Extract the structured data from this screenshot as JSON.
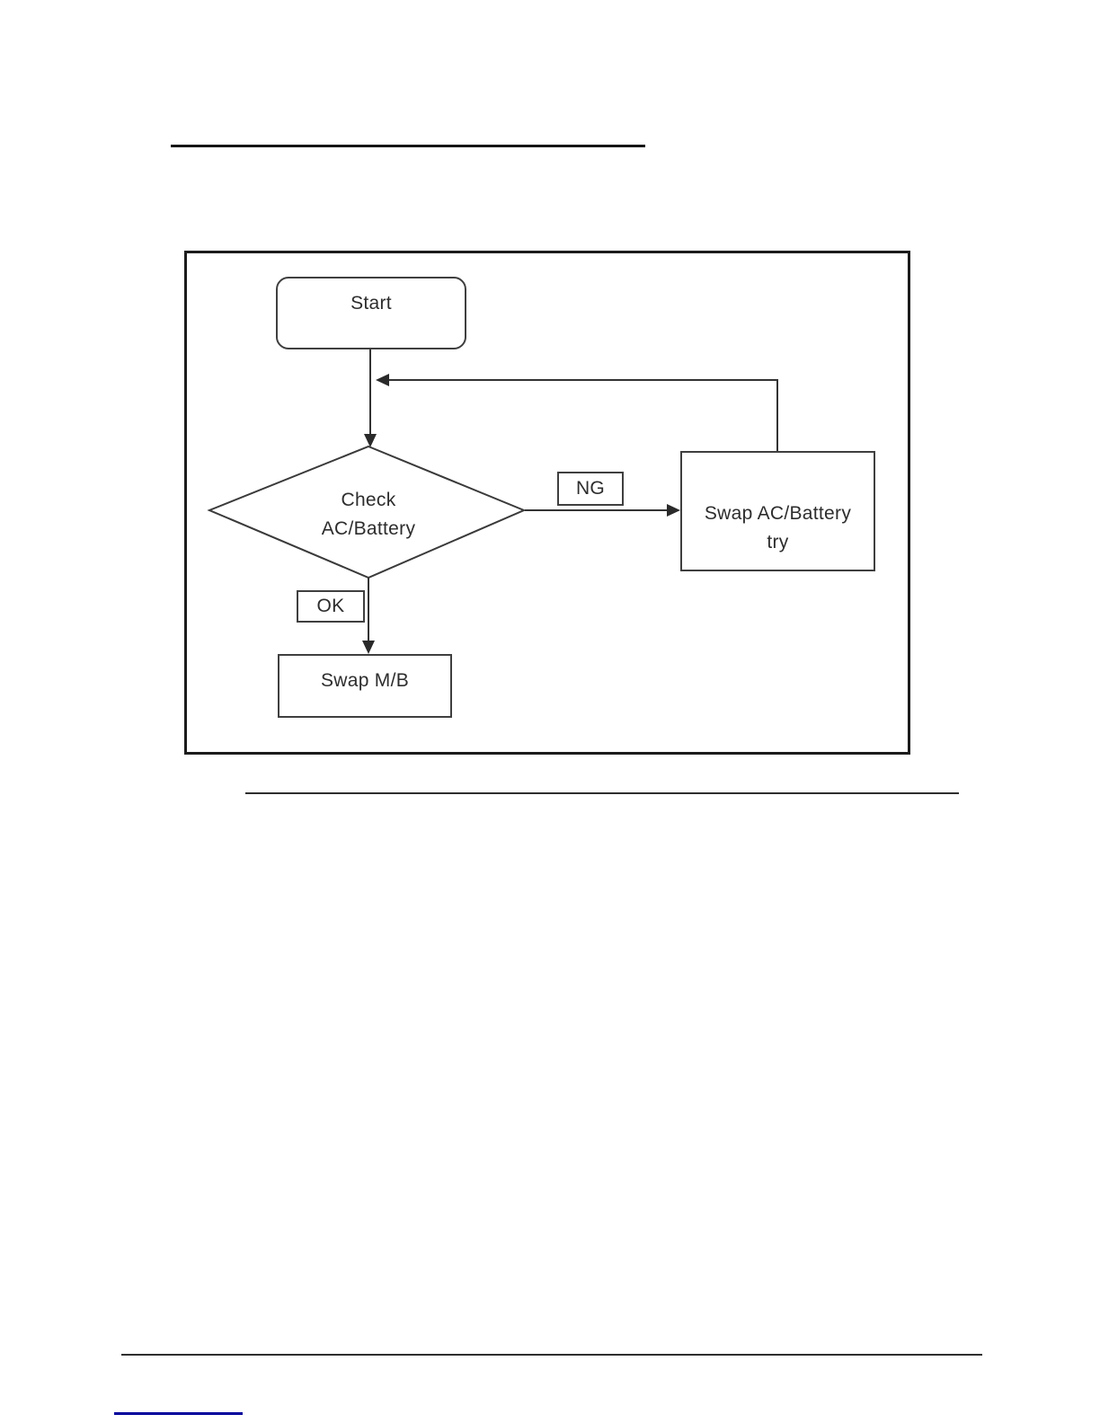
{
  "page": {
    "kind": "service-manual-flowchart-page",
    "background": "#ffffff"
  },
  "flowchart": {
    "start": {
      "label": "Start"
    },
    "decision": {
      "line1": "Check",
      "line2": "AC/Battery"
    },
    "ng": {
      "label": "NG"
    },
    "ok": {
      "label": "OK"
    },
    "swap_ac": {
      "line1": "Swap AC/Battery",
      "line2": "try"
    },
    "swap_mb": {
      "label": "Swap M/B"
    },
    "edges": [
      {
        "from": "start",
        "to": "decision"
      },
      {
        "from": "decision",
        "to": "swap_ac",
        "label": "NG"
      },
      {
        "from": "decision",
        "to": "swap_mb",
        "label": "OK"
      },
      {
        "from": "swap_ac",
        "to": "start-decision-line",
        "type": "feedback"
      }
    ]
  },
  "colors": {
    "frame_border": "#1c1c1c",
    "node_border": "#3f3f3f",
    "connector": "#333333",
    "text": "#2d2d2d",
    "link_underline": "#00009c"
  }
}
